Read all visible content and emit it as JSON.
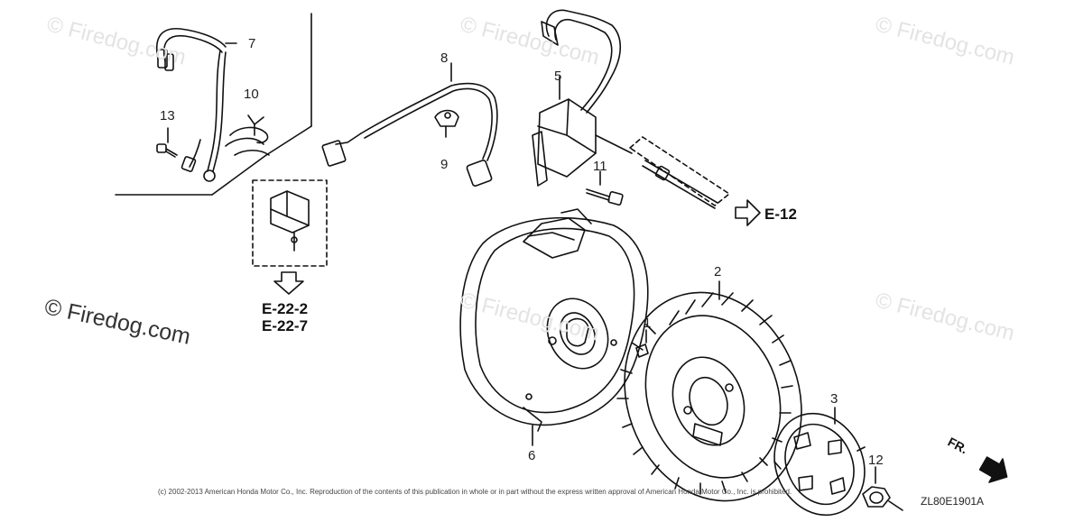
{
  "watermarks": {
    "faint_text": "© Firedog.com",
    "strong_text": "© Firedog.com"
  },
  "callouts": {
    "c1": "1",
    "c2": "2",
    "c3": "3",
    "c5": "5",
    "c6": "6",
    "c7": "7",
    "c8": "8",
    "c9": "9",
    "c10": "10",
    "c11": "11",
    "c12": "12",
    "c13": "13"
  },
  "references": {
    "e12": "E-12",
    "e22_2": "E-22-2",
    "e22_7": "E-22-7"
  },
  "front_marker": "FR.",
  "diagram_code": "ZL80E1901A",
  "copyright": "(c) 2002-2013 American Honda Motor Co., Inc. Reproduction of the contents of this publication in whole or in part without the express written approval of American Honda Motor Co., Inc. is prohibited."
}
